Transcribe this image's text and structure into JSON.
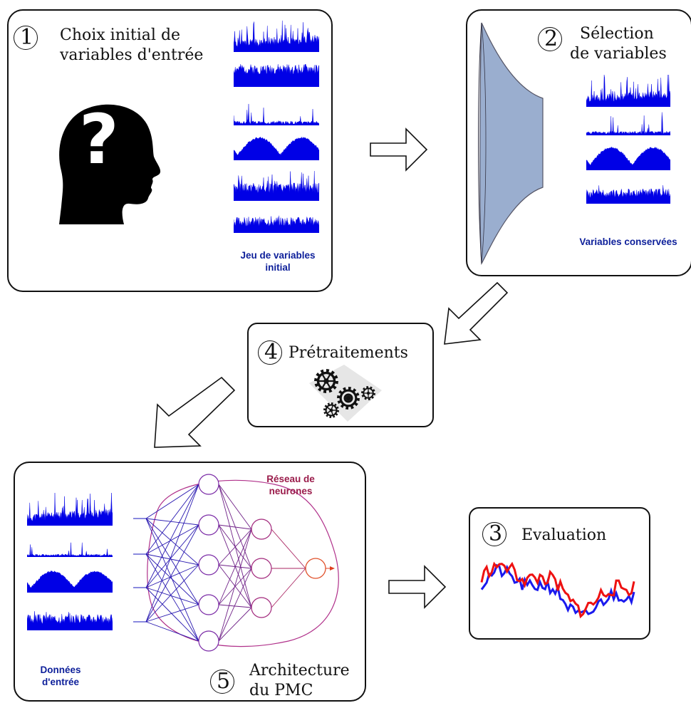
{
  "colors": {
    "signal_blue": "#0000e6",
    "caption_blue": "#0d1f9a",
    "net_label": "#9a1b4a",
    "funnel_fill": "#9aaecf",
    "eval_red": "#ee1111"
  },
  "step1": {
    "number": "1",
    "title_line1": "Choix initial de",
    "title_line2": "variables d'entrée",
    "caption_line1": "Jeu de variables",
    "caption_line2": "initial",
    "head_symbol": "?"
  },
  "step2": {
    "number": "2",
    "title_line1": "Sélection",
    "title_line2": "de variables",
    "caption": "Variables conservées"
  },
  "step4": {
    "number": "4",
    "title": "Prétraitements"
  },
  "step5": {
    "number": "5",
    "title_line1": "Architecture",
    "title_line2": "du PMC",
    "net_label_line1": "Réseau de",
    "net_label_line2": "neurones",
    "caption_line1": "Données",
    "caption_line2": "d'entrée"
  },
  "step3": {
    "number": "3",
    "title": "Evaluation"
  }
}
